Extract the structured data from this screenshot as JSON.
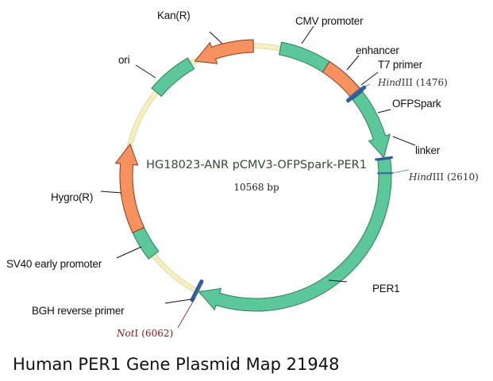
{
  "plasmid": {
    "name": "HG18023-ANR pCMV3-OFPSpark-PER1",
    "size_label": "10568 bp",
    "total_bp": 10568
  },
  "caption": "Human PER1 Gene Plasmid Map 21948",
  "colors": {
    "backbone": "#f4f0c0",
    "backbone_edge": "#d8d090",
    "green": "#5cc79a",
    "green_edge": "#2f7f5a",
    "orange": "#f7915f",
    "orange_edge": "#8a3a1a",
    "site_marker": "#2e5aa0"
  },
  "features": [
    {
      "name": "CMV promoter",
      "start_deg": 11,
      "end_deg": 33,
      "color": "green",
      "arrow": "none"
    },
    {
      "name": "enhancer",
      "start_deg": 33,
      "end_deg": 52,
      "color": "orange",
      "arrow": "none"
    },
    {
      "name": "OFPSpark",
      "start_deg": 52,
      "end_deg": 82,
      "color": "green",
      "arrow": "cw"
    },
    {
      "name": "PER1",
      "start_deg": 83,
      "end_deg": 206,
      "color": "green",
      "arrow": "cw"
    },
    {
      "name": "SV40 early promoter",
      "start_deg": 232,
      "end_deg": 245,
      "color": "green",
      "arrow": "none"
    },
    {
      "name": "Hygro(R)",
      "start_deg": 245,
      "end_deg": 284,
      "color": "orange",
      "arrow": "cw"
    },
    {
      "name": "ori",
      "start_deg": 310,
      "end_deg": 330,
      "color": "green",
      "arrow": "none"
    },
    {
      "name": "Kan(R)",
      "start_deg": 332,
      "end_deg": 359,
      "color": "orange",
      "arrow": "ccw"
    }
  ],
  "sites": [
    {
      "name": "T7 primer",
      "deg": 51,
      "type": "primer"
    },
    {
      "name": "linker",
      "deg": 82.5,
      "type": "marker"
    },
    {
      "name": "BGH reverse primer",
      "deg": 207,
      "type": "primer"
    }
  ],
  "restriction_sites": [
    {
      "enzyme": "HindIII",
      "position": "(1476)",
      "deg": 50.3
    },
    {
      "enzyme": "HindIII",
      "position": "(2610)",
      "deg": 89
    },
    {
      "enzyme": "NotI",
      "position": "(6062)",
      "deg": 206.5
    }
  ],
  "labels": {
    "kan": "Kan(R)",
    "cmv": "CMV promoter",
    "ori": "ori",
    "enhancer": "enhancer",
    "t7": "T7 primer",
    "hind1_enzyme": "Hind",
    "hind1_suffix": "III",
    "hind1_pos": "(1476)",
    "ofp": "OFPSpark",
    "linker": "linker",
    "hind2_enzyme": "Hind",
    "hind2_suffix": "III",
    "hind2_pos": "(2610)",
    "hygro": "Hygro(R)",
    "sv40": "SV40 early promoter",
    "per1": "PER1",
    "bgh": "BGH reverse primer",
    "not_enzyme": "Not",
    "not_suffix": "I",
    "not_pos": "(6062)"
  }
}
